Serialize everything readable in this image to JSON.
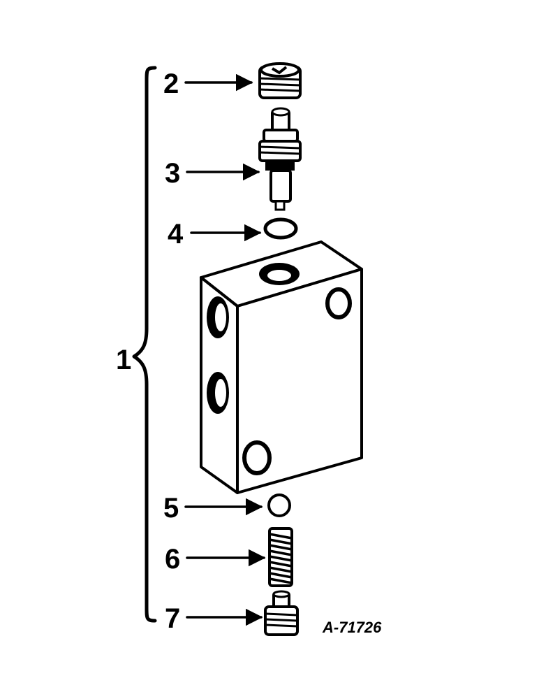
{
  "figure_id": "A-71726",
  "callouts": {
    "assembly": "1",
    "part_2": "2",
    "part_3": "3",
    "part_4": "4",
    "part_5": "5",
    "part_6": "6",
    "part_7": "7"
  }
}
